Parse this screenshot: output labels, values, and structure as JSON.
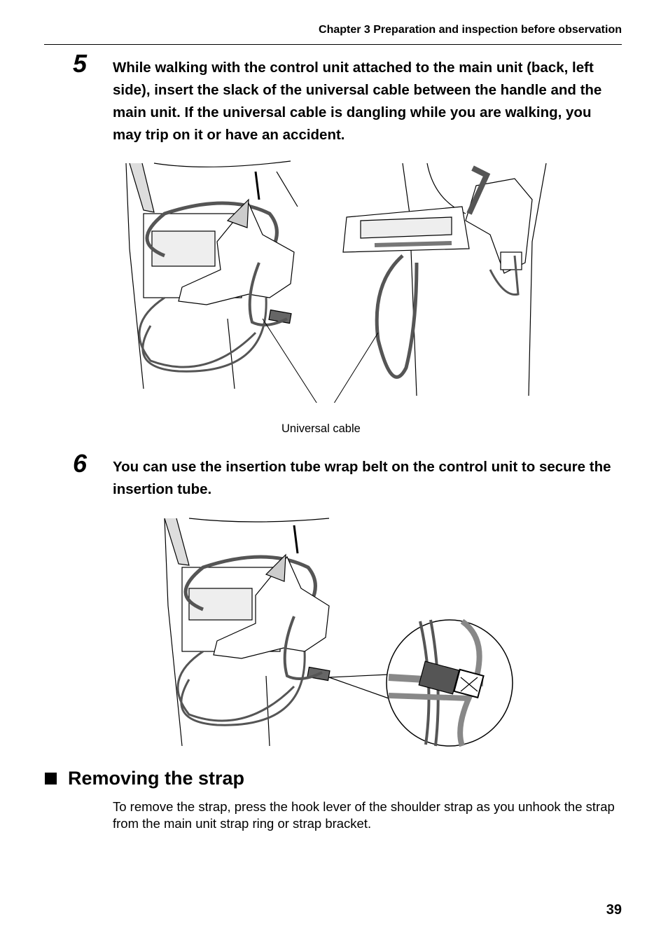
{
  "header": {
    "chapter": "Chapter 3 Preparation and inspection before observation"
  },
  "steps": [
    {
      "number": "5",
      "text": "While walking with the control unit attached to the main unit (back, left side), insert the slack of the universal cable between the handle and the main unit. If the universal cable is dangling while you are walking, you may trip on it or have an accident."
    },
    {
      "number": "6",
      "text": "You can use the insertion tube wrap belt on the control unit to secure the insertion tube."
    }
  ],
  "figure1": {
    "caption": "Universal cable"
  },
  "section": {
    "title": "Removing the strap",
    "body": "To remove the strap, press the hook lever of the shoulder strap as you unhook the strap from the main unit strap ring or strap bracket."
  },
  "footer": {
    "page_number": "39"
  },
  "icons": {
    "section_bullet": "black-square-bullet-icon"
  }
}
